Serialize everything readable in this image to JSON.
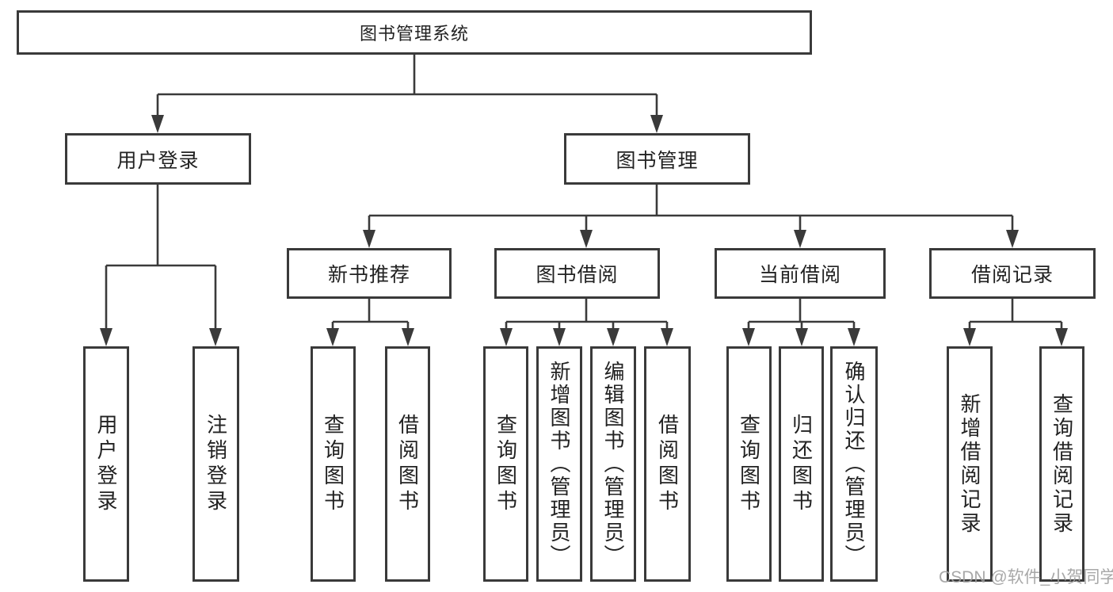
{
  "tree": {
    "label": "图书管理系统",
    "children": [
      {
        "label": "用户登录",
        "children": [
          {
            "label": "用户登录"
          },
          {
            "label": "注销登录"
          }
        ]
      },
      {
        "label": "图书管理",
        "children": [
          {
            "label": "新书推荐",
            "children": [
              {
                "label": "查询图书"
              },
              {
                "label": "借阅图书"
              }
            ]
          },
          {
            "label": "图书借阅",
            "children": [
              {
                "label": "查询图书"
              },
              {
                "label": "新增图书（管理员）"
              },
              {
                "label": "编辑图书（管理员）"
              },
              {
                "label": "借阅图书"
              }
            ]
          },
          {
            "label": "当前借阅",
            "children": [
              {
                "label": "查询图书"
              },
              {
                "label": "归还图书"
              },
              {
                "label": "确认归还（管理员）"
              }
            ]
          },
          {
            "label": "借阅记录",
            "children": [
              {
                "label": "新增借阅记录"
              },
              {
                "label": "查询借阅记录"
              }
            ]
          }
        ]
      }
    ]
  },
  "watermark": {
    "text": "CSDN @软件_小贺同学"
  },
  "colors": {
    "line": "#3a3a3a",
    "text": "#222222",
    "watermark": "#9e9e9e",
    "background": "#ffffff"
  }
}
